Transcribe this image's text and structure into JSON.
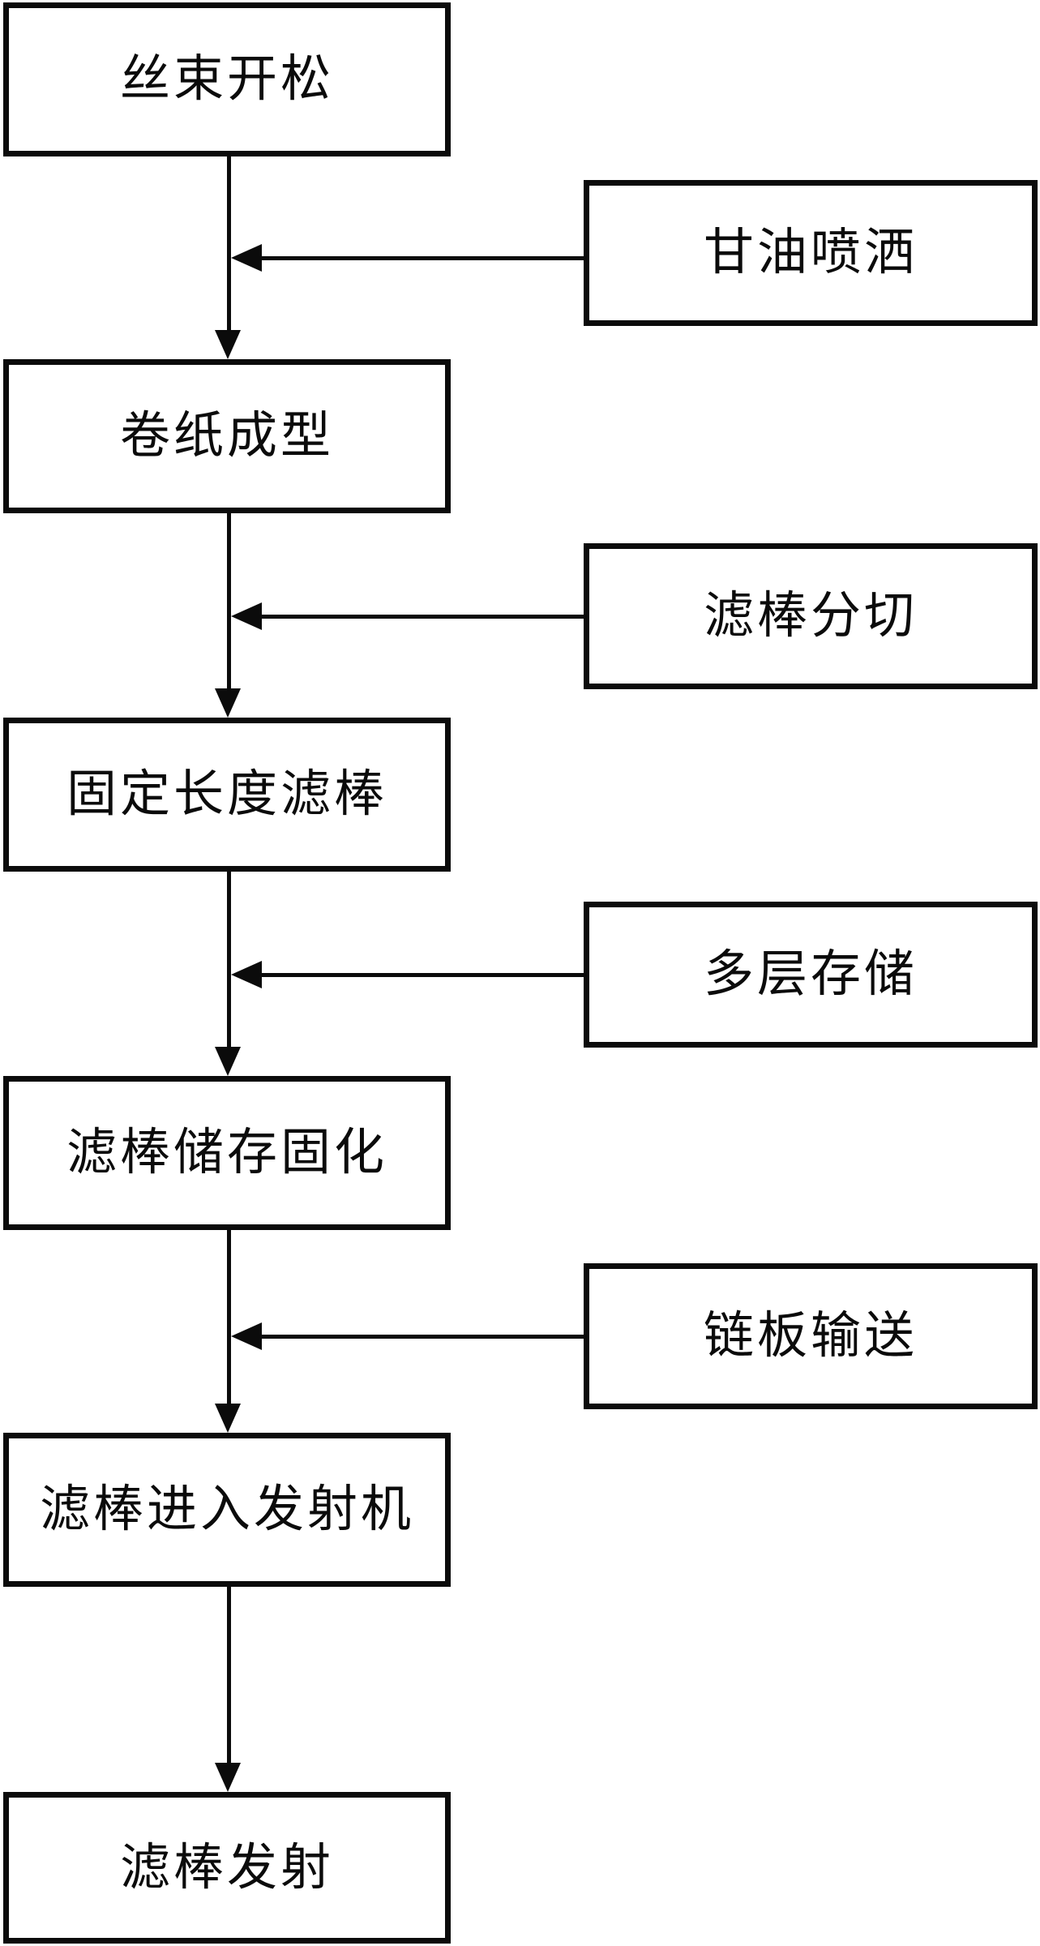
{
  "diagram": {
    "type": "flowchart",
    "colors": {
      "stroke": "#0b0b0b",
      "text": "#0b0b0b",
      "background": "#ffffff"
    },
    "main_flow": [
      {
        "step": 1,
        "label": "丝束开松"
      },
      {
        "step": 2,
        "label": "卷纸成型"
      },
      {
        "step": 3,
        "label": "固定长度滤棒"
      },
      {
        "step": 4,
        "label": "滤棒储存固化"
      },
      {
        "step": 5,
        "label": "滤棒进入发射机"
      },
      {
        "step": 6,
        "label": "滤棒发射"
      }
    ],
    "side_inputs": [
      {
        "label": "甘油喷洒",
        "arrow": "left",
        "joins_flow_after_step": 1
      },
      {
        "label": "滤棒分切",
        "arrow": "left",
        "joins_flow_after_step": 2
      },
      {
        "label": "多层存储",
        "arrow": "left",
        "joins_flow_after_step": 3
      },
      {
        "label": "链板输送",
        "arrow": "left",
        "joins_flow_after_step": 4
      }
    ]
  }
}
